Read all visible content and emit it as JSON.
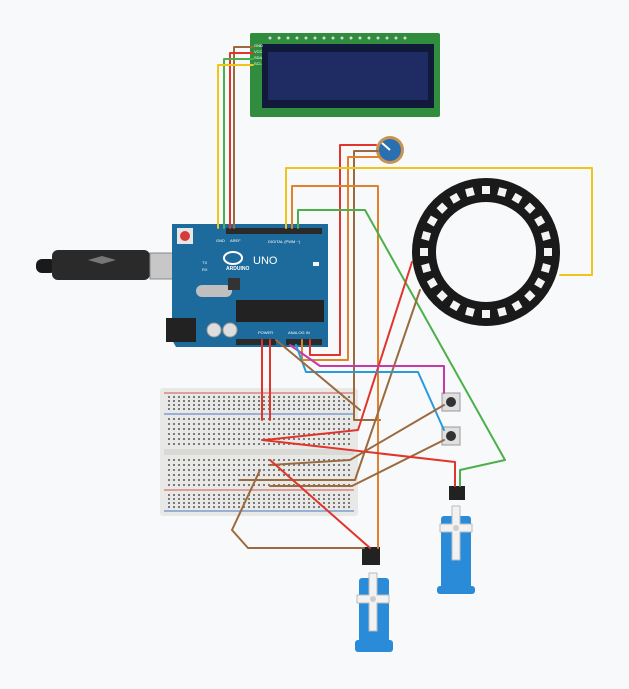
{
  "canvas": {
    "background": "#f8f9fa"
  },
  "lcd": {
    "pin_labels": [
      "GND",
      "VCC",
      "SDA",
      "SCL"
    ],
    "screen_color": "#1f2b63",
    "board_color": "#2f8d3d"
  },
  "arduino": {
    "logo_text": "ARDUINO",
    "model_text": "UNO",
    "digital_label": "DIGITAL (PWM ~)",
    "power_label": "POWER",
    "analog_label": "ANALOG IN",
    "tx_label": "TX",
    "rx_label": "RX",
    "aref_label": "AREF",
    "gnd_label": "GND",
    "board_color": "#1c6b9c"
  },
  "potentiometer": {
    "knob_color": "#2b6fb3"
  },
  "neopixel_ring": {
    "led_count": 24,
    "ring_color": "#1a1a1a"
  },
  "breadboard": {
    "color": "#e8e8e6",
    "rail_red": "#d9534f",
    "rail_blue": "#4a78c7"
  },
  "buttons": {
    "count": 2
  },
  "servos": {
    "count": 2,
    "body_color": "#2a8bd8"
  },
  "wire_colors": {
    "red": "#e0352b",
    "orange": "#e0822b",
    "yellow": "#f0c419",
    "green": "#4cb04a",
    "brown": "#9b6a3f",
    "blue": "#2a9bd8",
    "magenta": "#c33aa8"
  }
}
